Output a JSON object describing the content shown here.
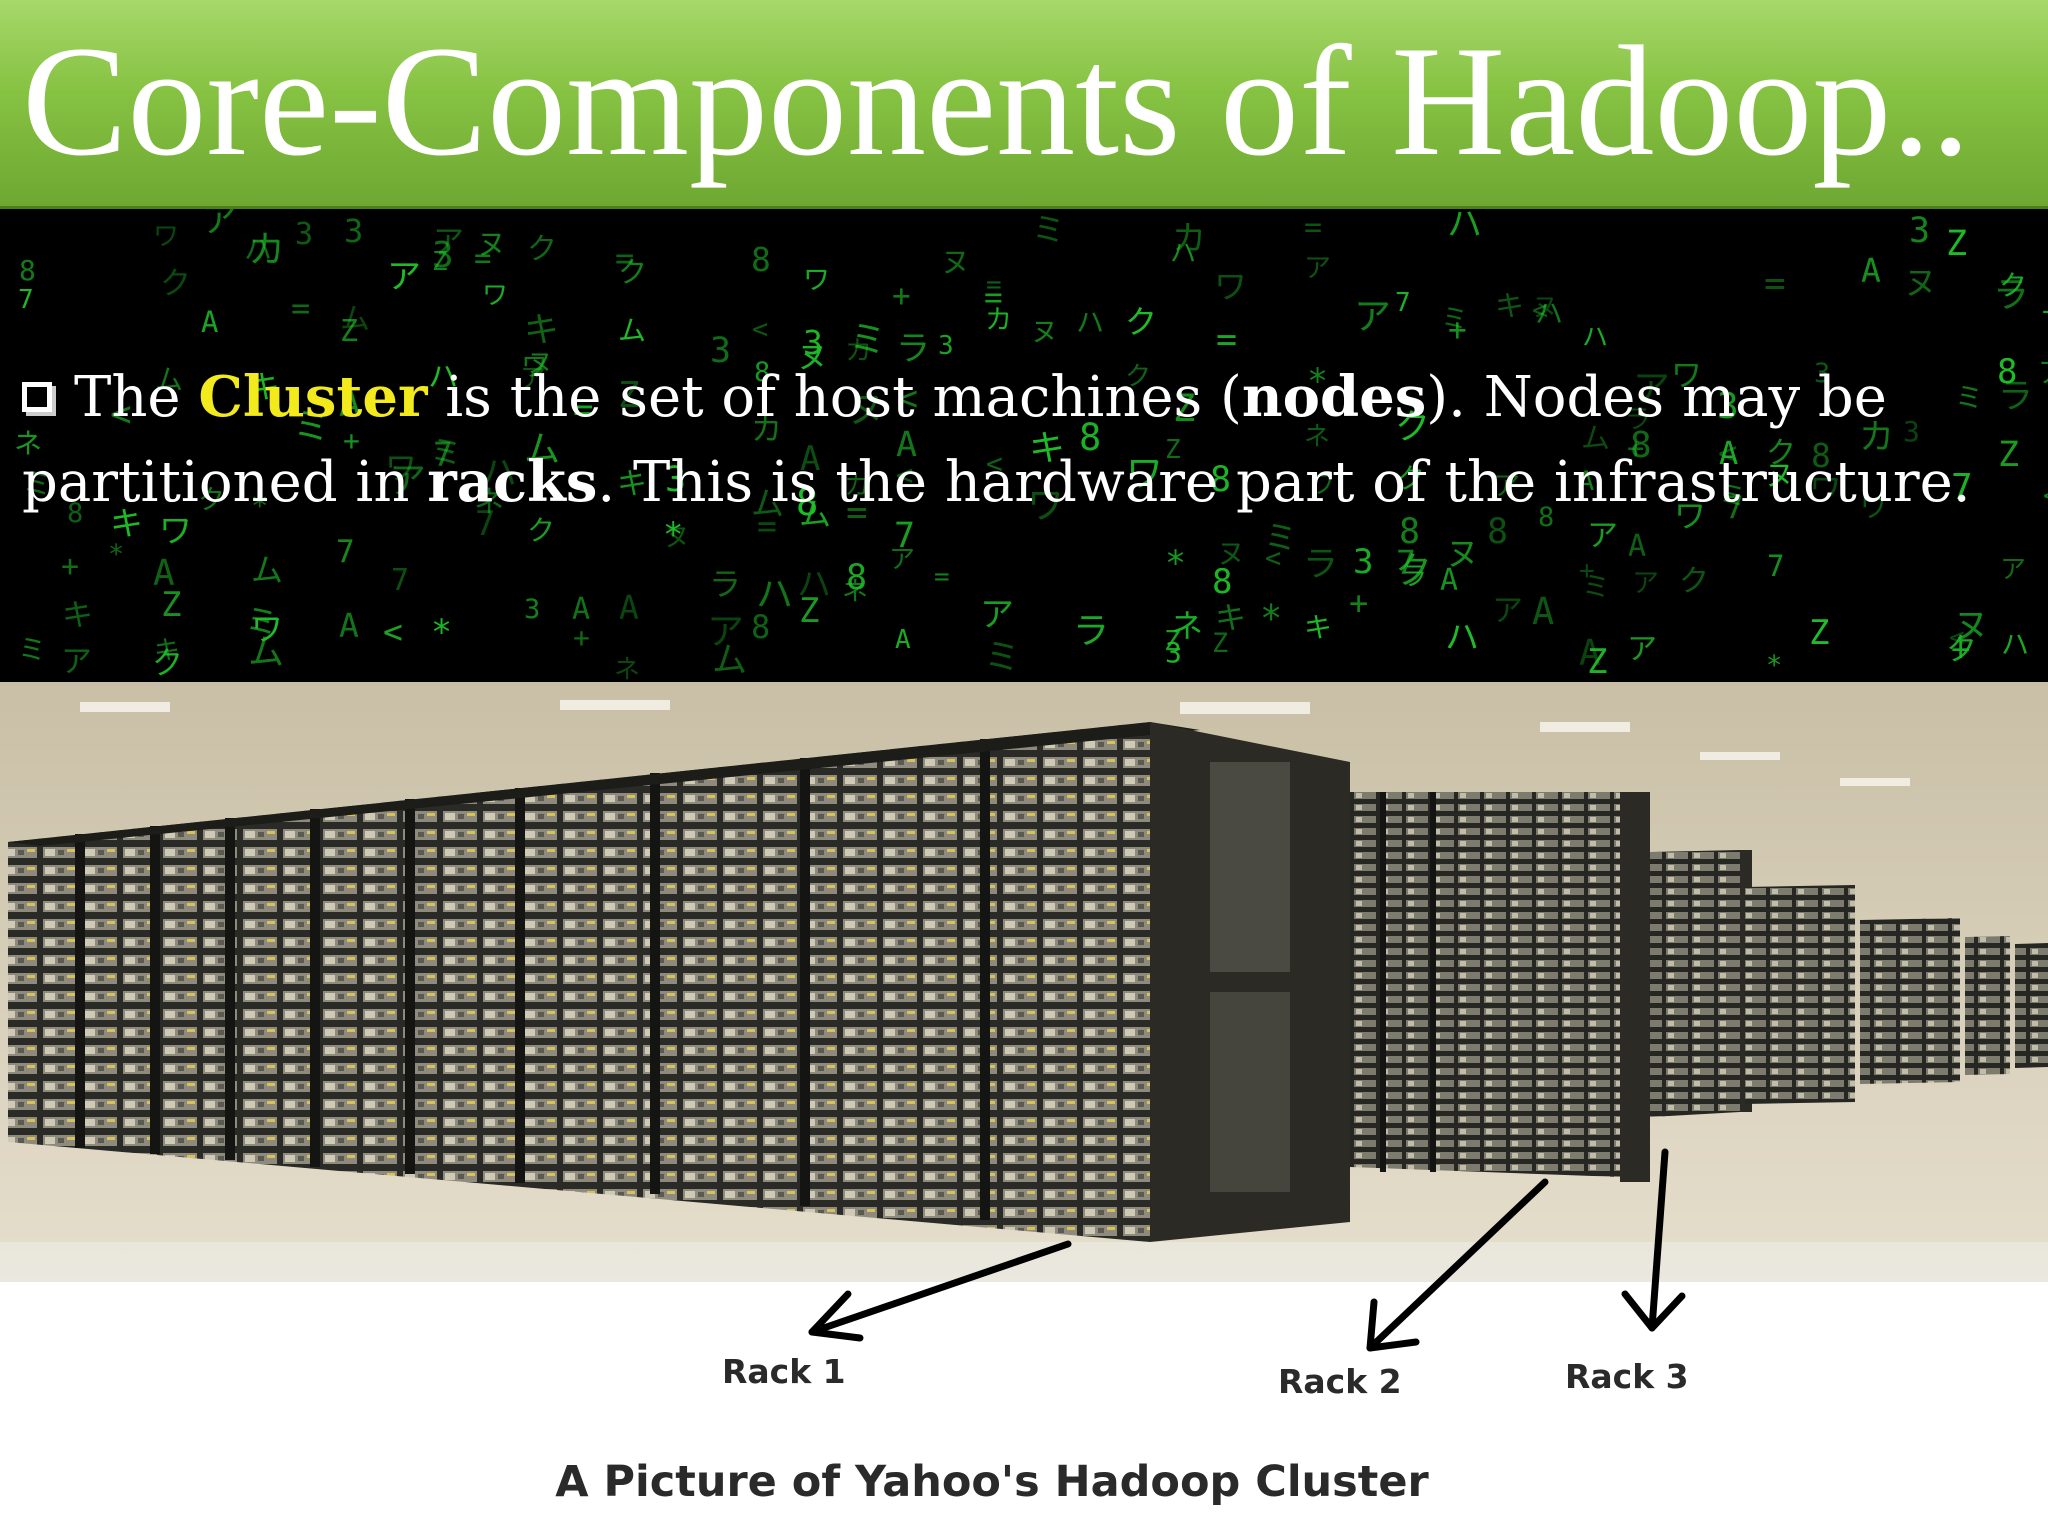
{
  "slide": {
    "title": "Core-Components of Hadoop..",
    "bullet": {
      "part1": "The ",
      "cluster": "Cluster",
      "part2": " is the set of host machines (",
      "nodes": "nodes",
      "part3": "). Nodes may be partitioned in ",
      "racks": "racks",
      "part4": ". This is the hardware part of the infrastructure."
    }
  },
  "figure": {
    "rack_labels": [
      "Rack 1",
      "Rack 2",
      "Rack 3"
    ],
    "caption": "A Picture of Yahoo's Hadoop Cluster"
  },
  "colors": {
    "title_bar": "#86c242",
    "highlight": "#f2ea1c",
    "matrix_green": "#1fbf2a"
  }
}
